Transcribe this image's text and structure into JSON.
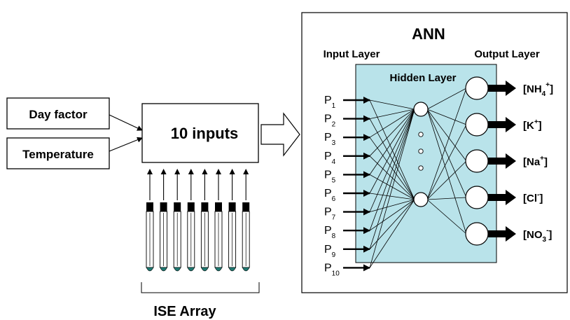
{
  "inputs_box": {
    "day_factor": "Day factor",
    "temperature": "Temperature",
    "main": "10 inputs"
  },
  "ise": {
    "electrode_count": 8,
    "label": "ISE Array"
  },
  "ann": {
    "title": "ANN",
    "input_layer": "Input Layer",
    "hidden_layer": "Hidden Layer",
    "output_layer": "Output Layer",
    "inputs": [
      {
        "base": "P",
        "sub": "1"
      },
      {
        "base": "P",
        "sub": "2"
      },
      {
        "base": "P",
        "sub": "3"
      },
      {
        "base": "P",
        "sub": "4"
      },
      {
        "base": "P",
        "sub": "5"
      },
      {
        "base": "P",
        "sub": "6"
      },
      {
        "base": "P",
        "sub": "7"
      },
      {
        "base": "P",
        "sub": "8"
      },
      {
        "base": "P",
        "sub": "9"
      },
      {
        "base": "P",
        "sub": "10"
      }
    ],
    "outputs": [
      {
        "pre": "[NH",
        "sub": "4",
        "sup": "+",
        "post": "]"
      },
      {
        "pre": "[K",
        "sub": "",
        "sup": "+",
        "post": "]"
      },
      {
        "pre": "[Na",
        "sub": "",
        "sup": "+",
        "post": "]"
      },
      {
        "pre": "[Cl",
        "sub": "",
        "sup": "-",
        "post": "]"
      },
      {
        "pre": "[NO",
        "sub": "3",
        "sup": "-",
        "post": "]"
      }
    ]
  },
  "colors": {
    "ann_panel": "#b9e3ea",
    "electrode_tip": "#1f7a73"
  }
}
